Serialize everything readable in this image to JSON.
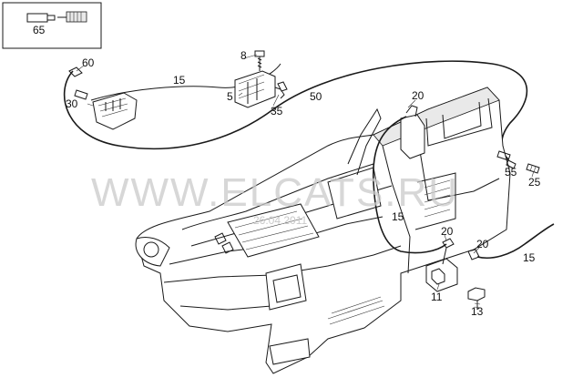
{
  "diagram": {
    "watermark_text": "WWW.ELCATS.RU",
    "watermark_date": "26.04.2011",
    "callouts": [
      {
        "id": "c65",
        "text": "65"
      },
      {
        "id": "c60",
        "text": "60"
      },
      {
        "id": "c30",
        "text": "30"
      },
      {
        "id": "c15a",
        "text": "15"
      },
      {
        "id": "c8",
        "text": "8"
      },
      {
        "id": "c5",
        "text": "5"
      },
      {
        "id": "c35",
        "text": "35"
      },
      {
        "id": "c50",
        "text": "50"
      },
      {
        "id": "c20a",
        "text": "20"
      },
      {
        "id": "c55",
        "text": "55"
      },
      {
        "id": "c25",
        "text": "25"
      },
      {
        "id": "c15b",
        "text": "15"
      },
      {
        "id": "c20b",
        "text": "20"
      },
      {
        "id": "c20c",
        "text": "20"
      },
      {
        "id": "c15c",
        "text": "15"
      },
      {
        "id": "c11",
        "text": "11"
      },
      {
        "id": "c13",
        "text": "13"
      }
    ]
  }
}
